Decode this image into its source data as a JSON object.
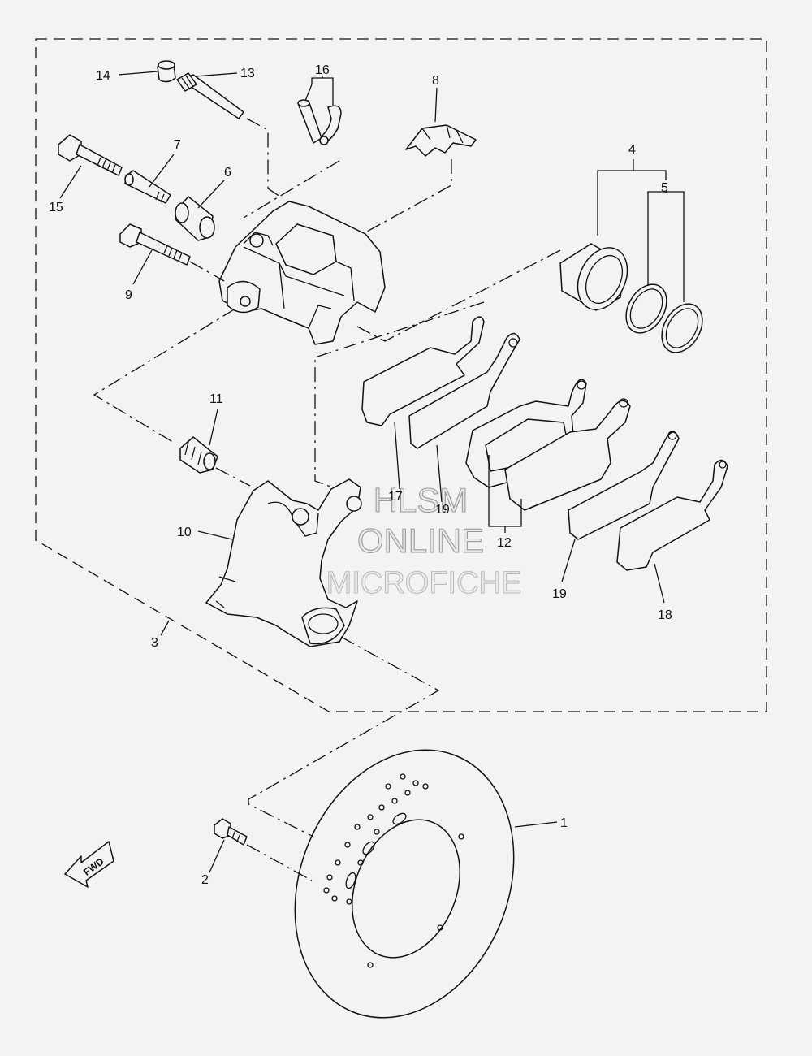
{
  "callouts": [
    {
      "id": "1",
      "text": "1"
    },
    {
      "id": "2",
      "text": "2"
    },
    {
      "id": "3",
      "text": "3"
    },
    {
      "id": "4",
      "text": "4"
    },
    {
      "id": "5",
      "text": "5"
    },
    {
      "id": "6",
      "text": "6"
    },
    {
      "id": "7",
      "text": "7"
    },
    {
      "id": "8",
      "text": "8"
    },
    {
      "id": "9",
      "text": "9"
    },
    {
      "id": "10",
      "text": "10"
    },
    {
      "id": "11",
      "text": "11"
    },
    {
      "id": "12",
      "text": "12"
    },
    {
      "id": "13",
      "text": "13"
    },
    {
      "id": "14",
      "text": "14"
    },
    {
      "id": "15",
      "text": "15"
    },
    {
      "id": "16",
      "text": "16"
    },
    {
      "id": "17",
      "text": "17"
    },
    {
      "id": "18",
      "text": "18"
    },
    {
      "id": "19a",
      "text": "19"
    },
    {
      "id": "19b",
      "text": "19"
    }
  ],
  "fwd_label": "FWD",
  "watermark": {
    "line1": "HLSM",
    "line2": "ONLINE",
    "line3": "MICROFICHE"
  },
  "colors": {
    "ink": "#111111",
    "paper": "#f3f3f3"
  }
}
